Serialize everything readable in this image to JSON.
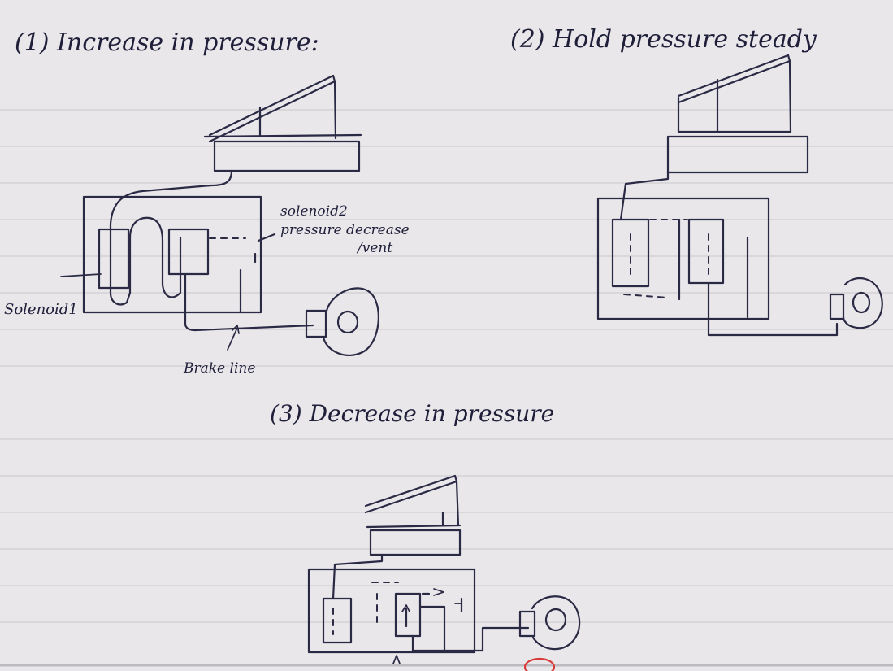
{
  "titles": {
    "increase": "(1) Increase in pressure:",
    "hold": "(2) Hold pressure steady",
    "decrease": "(3) Decrease in pressure"
  },
  "labels": {
    "solenoid1": "Solenoid1",
    "solenoid2": "solenoid2",
    "pressure_vent_line1": "pressure decrease",
    "pressure_vent_line2": "/vent",
    "brake_line": "Brake line"
  },
  "colors": {
    "ink": "#2a2a45",
    "paper": "#e9e7ea",
    "red_mark": "#d83a3a"
  }
}
